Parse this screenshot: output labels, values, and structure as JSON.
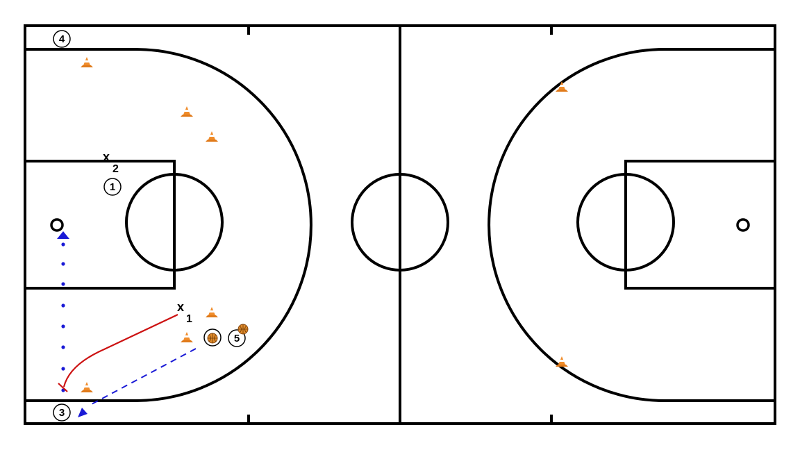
{
  "diagram": {
    "type": "basketball-court-drill",
    "colors": {
      "court_lines": "#000000",
      "pass": "#1a1ad6",
      "dribble": "#1a1ad6",
      "screen": "#cc1111",
      "cone": "#e07a1a",
      "ball": "#e08a2a"
    },
    "players": [
      {
        "id": "p4",
        "label": "4"
      },
      {
        "id": "p1",
        "label": "1"
      },
      {
        "id": "p3",
        "label": "3"
      },
      {
        "id": "p5",
        "label": "5"
      }
    ],
    "defenders": [
      {
        "id": "x2",
        "mark": "x",
        "sub": "2"
      },
      {
        "id": "x1",
        "mark": "x",
        "sub": "1"
      }
    ],
    "cones_count": 8,
    "balls_count": 2,
    "icons": [
      "cone-icon",
      "basketball-icon",
      "hoop-icon"
    ]
  }
}
